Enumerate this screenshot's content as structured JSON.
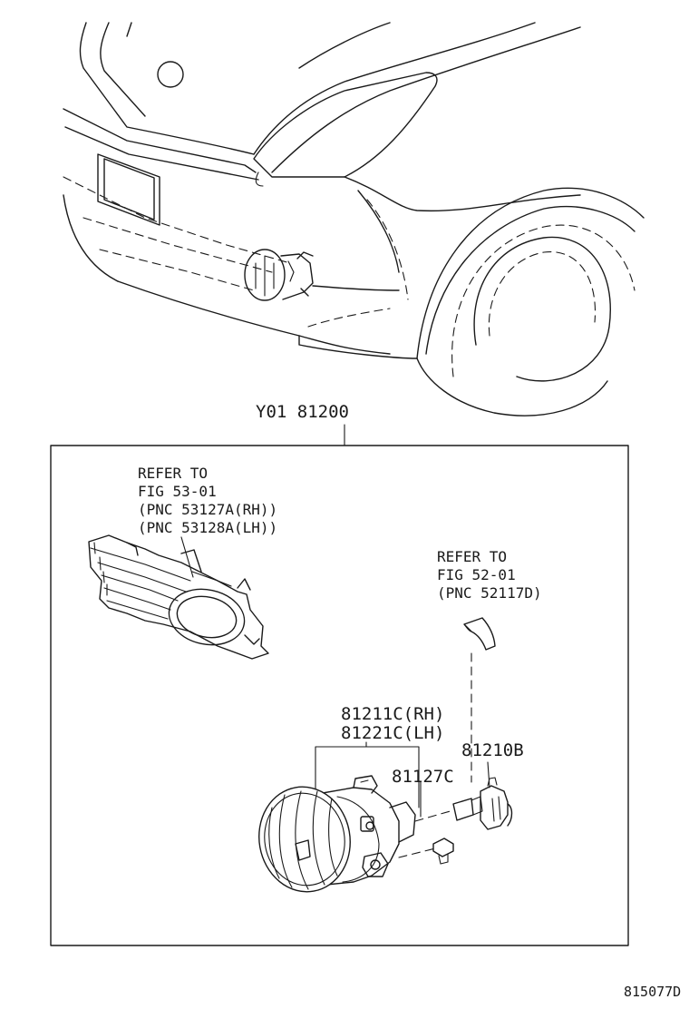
{
  "labels": {
    "assembly_code": "Y01 81200",
    "grille_ref": [
      "REFER TO",
      "FIG 53-01",
      "(PNC 53127A(RH))",
      "(PNC 53128A(LH))"
    ],
    "bulb_cover_ref": [
      "REFER TO",
      "FIG 52-01",
      "(PNC 52117D)"
    ],
    "lamp_rh": "81211C(RH)",
    "lamp_lh": "81221C(LH)",
    "bulb": "81210B",
    "screw": "81127C",
    "figure_id": "815077D"
  }
}
